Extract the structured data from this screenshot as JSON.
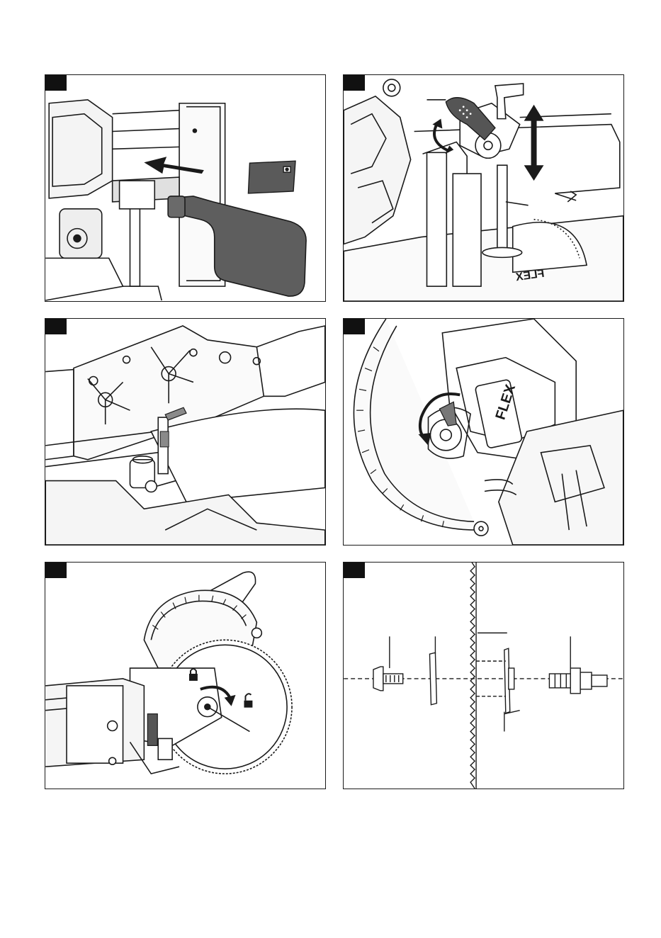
{
  "page": {
    "figures": [
      {
        "id": "fig-1",
        "description_label": ""
      },
      {
        "id": "fig-2",
        "description_label": ""
      },
      {
        "id": "fig-3",
        "description_label": ""
      },
      {
        "id": "fig-4",
        "description_label": ""
      },
      {
        "id": "fig-5",
        "description_label": ""
      },
      {
        "id": "fig-6",
        "description_label": ""
      }
    ],
    "brand_marks": {
      "fig2": "FLEX",
      "fig4": "FLEX"
    },
    "colors": {
      "line": "#1a1a1a",
      "fill_dark": "#555555",
      "fill_mid": "#8a8a8a",
      "fill_light": "#d9d9d9",
      "background": "#ffffff"
    },
    "icons": [
      "arrow-left-icon",
      "curved-arrow-icon",
      "double-arrow-icon",
      "lock-closed-icon",
      "lock-open-icon"
    ]
  }
}
